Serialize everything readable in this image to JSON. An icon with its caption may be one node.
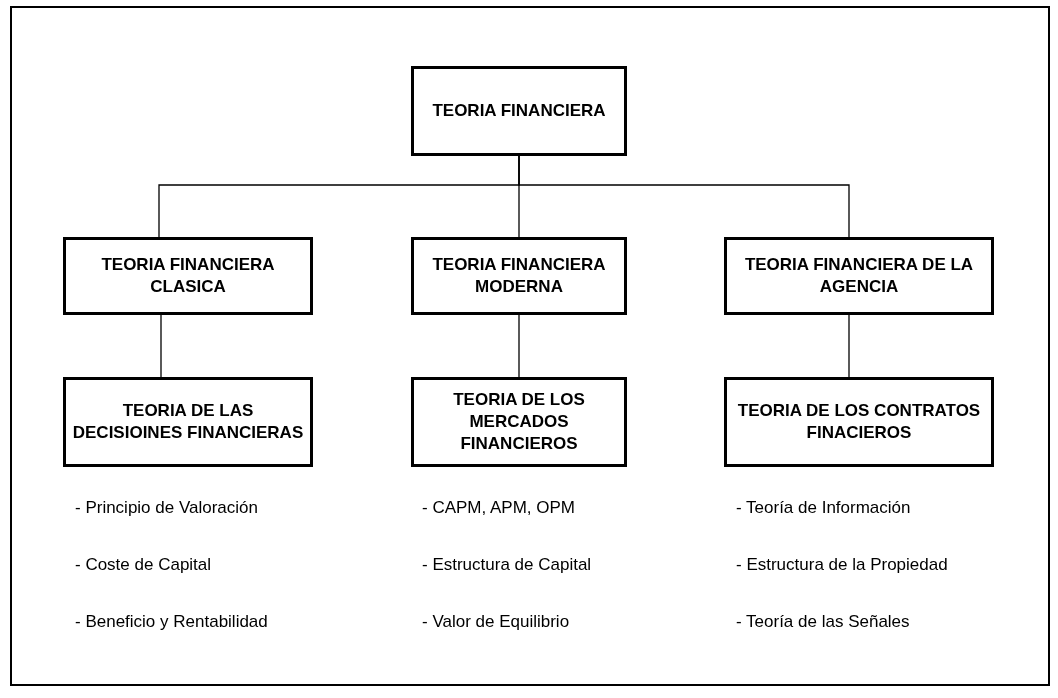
{
  "diagram": {
    "nodes": [
      {
        "text": [
          "TEORIA FINANCIERA"
        ]
      },
      {
        "text": [
          "TEORIA FINANCIERA CLASICA"
        ]
      },
      {
        "text": [
          "TEORIA FINANCIERA MODERNA"
        ]
      },
      {
        "text": [
          "TEORIA FINANCIERA DE LA AGENCIA"
        ]
      },
      {
        "text": [
          "TEORIA DE LAS DECISIOINES FINANCIERAS"
        ]
      },
      {
        "text": [
          "TEORIA DE LOS MERCADOS FINANCIEROS"
        ]
      },
      {
        "text": [
          "TEORIA DE LOS CONTRATOS FINACIEROS"
        ]
      }
    ],
    "edges": [
      {
        "from": 0,
        "to": 1,
        "arrow": "none"
      },
      {
        "from": 0,
        "to": 2,
        "arrow": "none"
      },
      {
        "from": 0,
        "to": 3,
        "arrow": "none"
      },
      {
        "from": 1,
        "to": 4,
        "arrow": "none"
      },
      {
        "from": 2,
        "to": 5,
        "arrow": "none"
      },
      {
        "from": 3,
        "to": 6,
        "arrow": "none"
      }
    ],
    "labels": [
      "- Principio de Valoración",
      "- CAPM, APM, OPM",
      "- Teoría de Información",
      "- Coste de Capital",
      "- Estructura de Capital",
      "- Estructura de la Propiedad",
      "- Beneficio y Rentabilidad",
      "- Valor de Equilibrio",
      "- Teoría de las Señales"
    ]
  }
}
